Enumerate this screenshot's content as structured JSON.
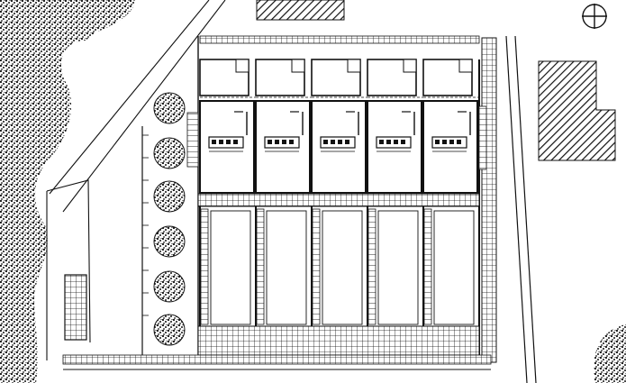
{
  "drawing": {
    "kind": "site-plan",
    "row_house_count": 5,
    "tree_count": 6,
    "has_north_arrow": true,
    "colors": {
      "ink": "#111111",
      "paper": "#ffffff"
    },
    "icons": [
      "north-arrow-icon",
      "tree-icon"
    ]
  }
}
